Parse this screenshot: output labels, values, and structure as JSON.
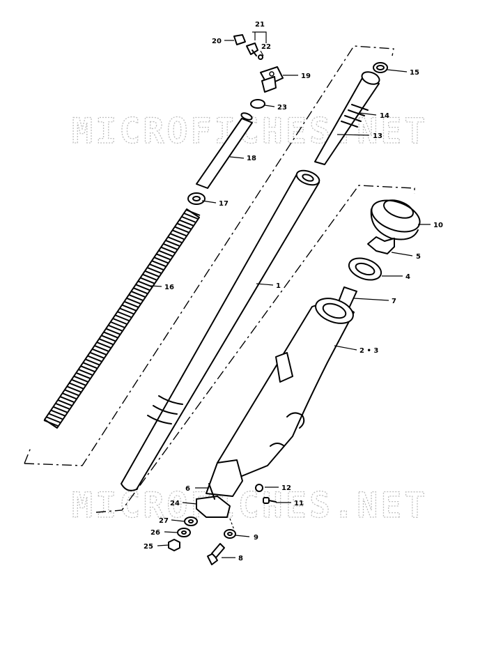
{
  "watermark": {
    "top": "MICROFICHES.NET",
    "bottom": "MICROFICHES.NET"
  },
  "parts": {
    "p1": "1",
    "p2_3": "2 • 3",
    "p4": "4",
    "p5": "5",
    "p6": "6",
    "p7": "7",
    "p8": "8",
    "p9": "9",
    "p10": "10",
    "p11": "11",
    "p12": "12",
    "p13": "13",
    "p14": "14",
    "p15": "15",
    "p16": "16",
    "p17": "17",
    "p18": "18",
    "p19": "19",
    "p20": "20",
    "p21": "21",
    "p22": "22",
    "p23": "23",
    "p24": "24",
    "p25": "25",
    "p26": "26",
    "p27": "27"
  }
}
